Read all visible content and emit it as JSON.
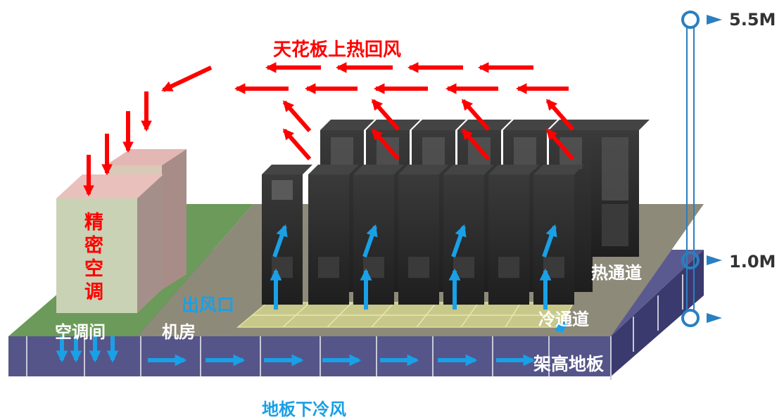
{
  "labels": {
    "ceiling_return_air": "天花板上热回风",
    "precision_ac": [
      "精",
      "密",
      "空",
      "调"
    ],
    "air_outlet": "出风口",
    "ac_room": "空调间",
    "machine_room": "机房",
    "hot_aisle": "热通道",
    "cold_aisle": "冷通道",
    "raised_floor": "架高地板",
    "underfloor_cold_air": "地板下冷风"
  },
  "height_scale": {
    "top": "5.5M",
    "middle": "1.0M",
    "bottom": ""
  },
  "colors": {
    "hot_air": "#ff0000",
    "cold_air": "#1aa0e6",
    "floor_top": "#8e8a7a",
    "floor_front": "#56568a",
    "ac_room_floor": "#6a9a5a",
    "rack": "#262626",
    "ac_unit": "#c9d2b4",
    "outlet_tiles": "#c8c88a"
  },
  "icons": [
    "hot-air-arrow-icon",
    "cold-air-arrow-icon",
    "scale-marker-icon"
  ]
}
